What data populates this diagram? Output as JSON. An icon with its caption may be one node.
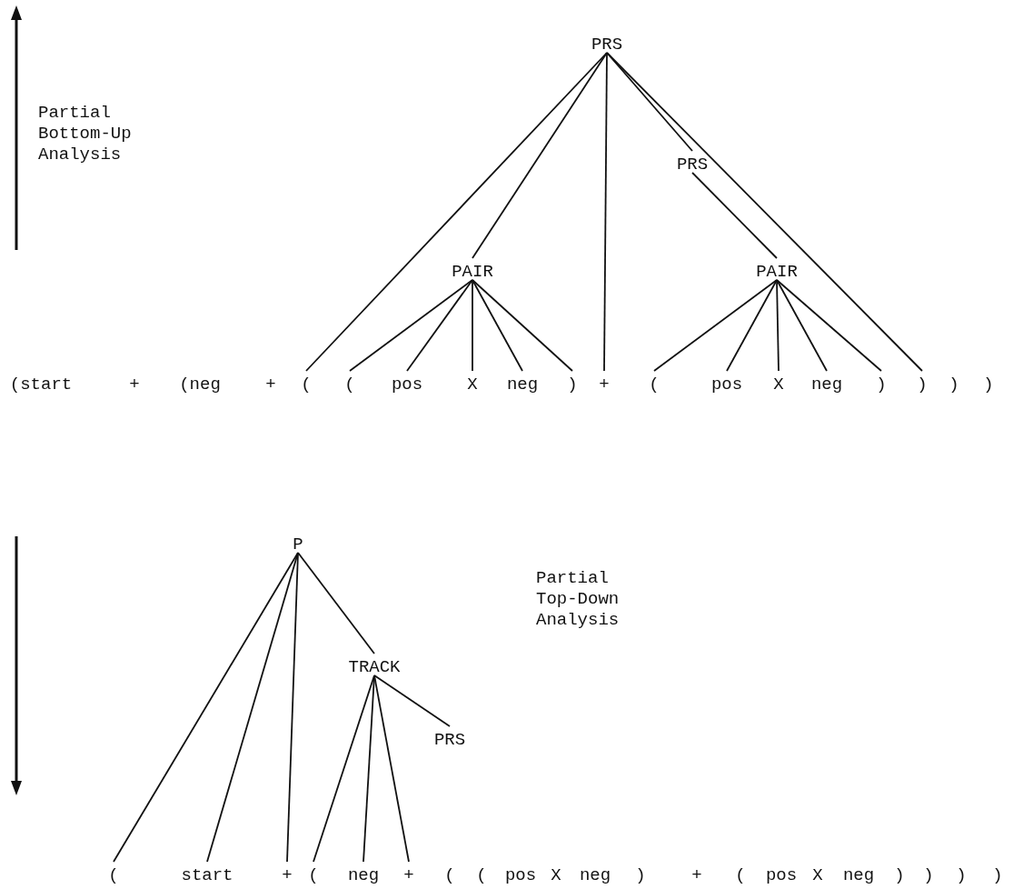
{
  "diagram": {
    "nodes": [
      {
        "text": [
          "PRS"
        ]
      },
      {
        "text": [
          "PRS"
        ]
      },
      {
        "text": [
          "PAIR"
        ]
      },
      {
        "text": [
          "PAIR"
        ]
      },
      {
        "text": [
          "(start"
        ]
      },
      {
        "text": [
          "+"
        ]
      },
      {
        "text": [
          "(neg"
        ]
      },
      {
        "text": [
          "+"
        ]
      },
      {
        "text": [
          "("
        ]
      },
      {
        "text": [
          "("
        ]
      },
      {
        "text": [
          "pos"
        ]
      },
      {
        "text": [
          "X"
        ]
      },
      {
        "text": [
          "neg"
        ]
      },
      {
        "text": [
          ")"
        ]
      },
      {
        "text": [
          "+"
        ]
      },
      {
        "text": [
          "("
        ]
      },
      {
        "text": [
          "pos"
        ]
      },
      {
        "text": [
          "X"
        ]
      },
      {
        "text": [
          "neg"
        ]
      },
      {
        "text": [
          ")"
        ]
      },
      {
        "text": [
          ")"
        ]
      },
      {
        "text": [
          ")"
        ]
      },
      {
        "text": [
          ")"
        ]
      },
      {
        "text": [
          "P"
        ]
      },
      {
        "text": [
          "TRACK"
        ]
      },
      {
        "text": [
          "PRS"
        ]
      },
      {
        "text": [
          "("
        ]
      },
      {
        "text": [
          "start"
        ]
      },
      {
        "text": [
          "+"
        ]
      },
      {
        "text": [
          "("
        ]
      },
      {
        "text": [
          "neg"
        ]
      },
      {
        "text": [
          "+"
        ]
      },
      {
        "text": [
          "("
        ]
      },
      {
        "text": [
          "("
        ]
      },
      {
        "text": [
          "pos"
        ]
      },
      {
        "text": [
          "X"
        ]
      },
      {
        "text": [
          "neg"
        ]
      },
      {
        "text": [
          ")"
        ]
      },
      {
        "text": [
          "+"
        ]
      },
      {
        "text": [
          "("
        ]
      },
      {
        "text": [
          "pos"
        ]
      },
      {
        "text": [
          "X"
        ]
      },
      {
        "text": [
          "neg"
        ]
      },
      {
        "text": [
          ")"
        ]
      },
      {
        "text": [
          ")"
        ]
      },
      {
        "text": [
          ")"
        ]
      },
      {
        "text": [
          ")"
        ]
      }
    ],
    "edges": [
      {
        "from": 0,
        "to": 8,
        "arrow": "none"
      },
      {
        "from": 0,
        "to": 2,
        "arrow": "none"
      },
      {
        "from": 0,
        "to": 14,
        "arrow": "none"
      },
      {
        "from": 0,
        "to": 1,
        "arrow": "none"
      },
      {
        "from": 0,
        "to": 20,
        "arrow": "none"
      },
      {
        "from": 1,
        "to": 3,
        "arrow": "none"
      },
      {
        "from": 2,
        "to": 9,
        "arrow": "none"
      },
      {
        "from": 2,
        "to": 10,
        "arrow": "none"
      },
      {
        "from": 2,
        "to": 11,
        "arrow": "none"
      },
      {
        "from": 2,
        "to": 12,
        "arrow": "none"
      },
      {
        "from": 2,
        "to": 13,
        "arrow": "none"
      },
      {
        "from": 3,
        "to": 15,
        "arrow": "none"
      },
      {
        "from": 3,
        "to": 16,
        "arrow": "none"
      },
      {
        "from": 3,
        "to": 17,
        "arrow": "none"
      },
      {
        "from": 3,
        "to": 18,
        "arrow": "none"
      },
      {
        "from": 3,
        "to": 19,
        "arrow": "none"
      },
      {
        "from": 23,
        "to": 26,
        "arrow": "none"
      },
      {
        "from": 23,
        "to": 27,
        "arrow": "none"
      },
      {
        "from": 23,
        "to": 28,
        "arrow": "none"
      },
      {
        "from": 23,
        "to": 24,
        "arrow": "none"
      },
      {
        "from": 24,
        "to": 29,
        "arrow": "none"
      },
      {
        "from": 24,
        "to": 30,
        "arrow": "none"
      },
      {
        "from": 24,
        "to": 31,
        "arrow": "none"
      },
      {
        "from": 24,
        "to": 25,
        "arrow": "none"
      }
    ],
    "labels": [
      "Partial Bottom-Up Analysis",
      "Partial Top-Down Analysis"
    ]
  }
}
